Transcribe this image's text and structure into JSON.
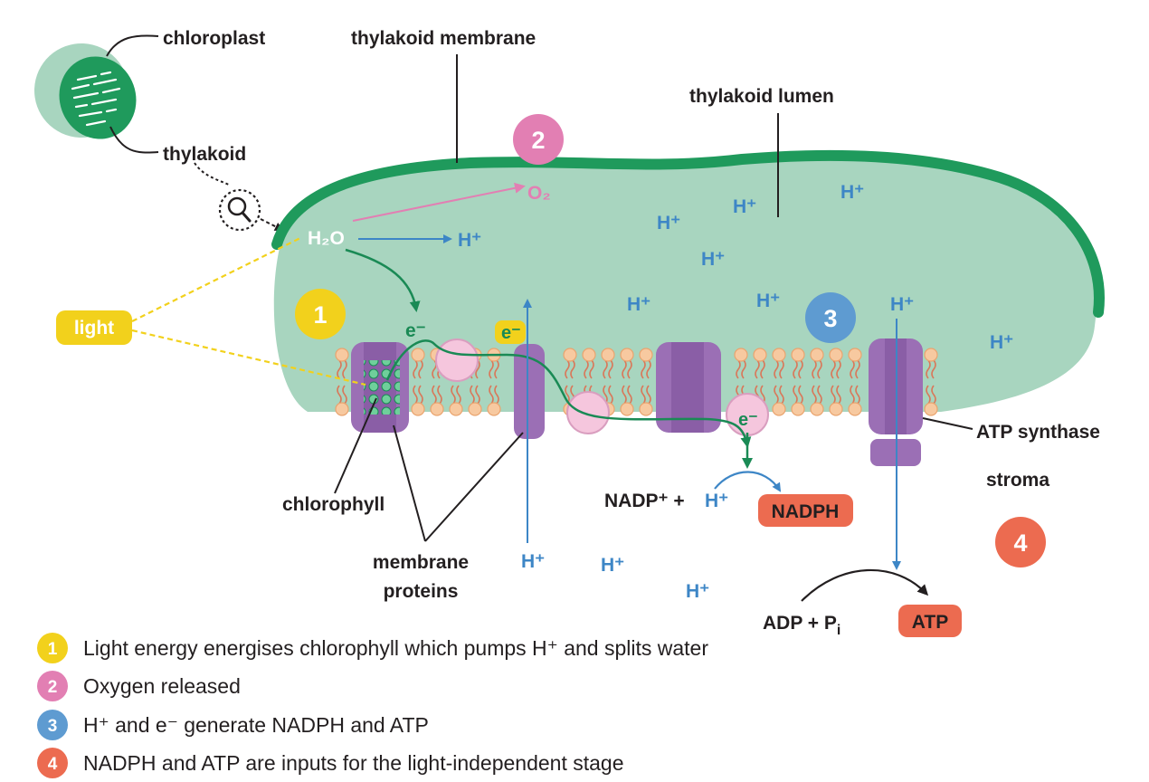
{
  "colors": {
    "membrane_outline": "#1f9a5c",
    "lumen_fill": "#a8d5bf",
    "protein": "#9b6fb5",
    "proton_blue": "#3d86c6",
    "step1_yellow": "#f2d11c",
    "step2_pink": "#e27fb3",
    "step3_blue": "#5e9bd1",
    "step4_orange": "#ec6b50",
    "lipid_head": "#f7c9a0"
  },
  "labels": {
    "chloroplast": "chloroplast",
    "thylakoid": "thylakoid",
    "thylakoid_membrane": "thylakoid membrane",
    "thylakoid_lumen": "thylakoid lumen",
    "light": "light",
    "chlorophyll": "chlorophyll",
    "membrane_proteins_line1": "membrane",
    "membrane_proteins_line2": "proteins",
    "atp_synthase": "ATP synthase",
    "stroma": "stroma",
    "water": "H₂O",
    "oxygen": "O₂",
    "electron": "e⁻",
    "nadp_plus": "NADP⁺ +",
    "nadph": "NADPH",
    "adp_pi": "ADP + P",
    "pi_subscript": "i",
    "atp": "ATP",
    "proton": "H⁺"
  },
  "steps": [
    {
      "number": "1",
      "text": "Light energy energises chlorophyll which pumps H⁺ and splits water"
    },
    {
      "number": "2",
      "text": "Oxygen released"
    },
    {
      "number": "3",
      "text": "H⁺ and e⁻ generate NADPH and ATP"
    },
    {
      "number": "4",
      "text": "NADPH and ATP are inputs for the light-independent stage"
    }
  ]
}
